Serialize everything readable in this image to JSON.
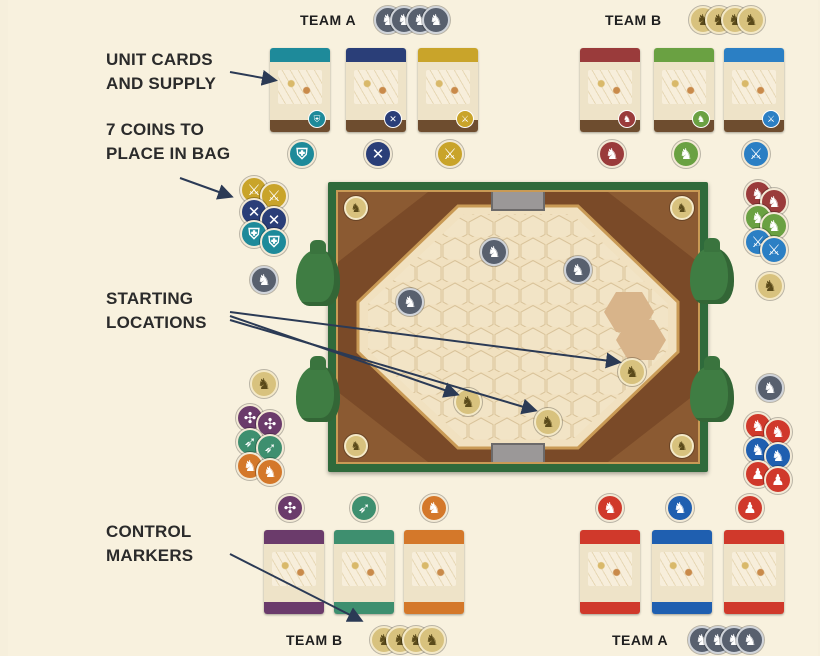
{
  "labels": {
    "unit_cards": "UNIT CARDS",
    "and_supply": "AND SUPPLY",
    "seven_coins": "7 COINS TO",
    "place_in_bag": "PLACE IN BAG",
    "starting": "STARTING",
    "locations": "LOCATIONS",
    "control": "CONTROL",
    "markers": "MARKERS"
  },
  "teams": {
    "top_left": "TEAM A",
    "top_right": "TEAM B",
    "bottom_left": "TEAM B",
    "bottom_right": "TEAM A"
  },
  "coin_icons": {
    "crest": "♞",
    "cross": "✕",
    "shield": "⛨",
    "sword": "⚔",
    "bow": "➶",
    "horse": "♞"
  },
  "colors": {
    "background": "#f8f1de",
    "board_green": "#2f6a3b",
    "gold_coin": "#d8c27e",
    "silver_coin": "#58606e"
  }
}
